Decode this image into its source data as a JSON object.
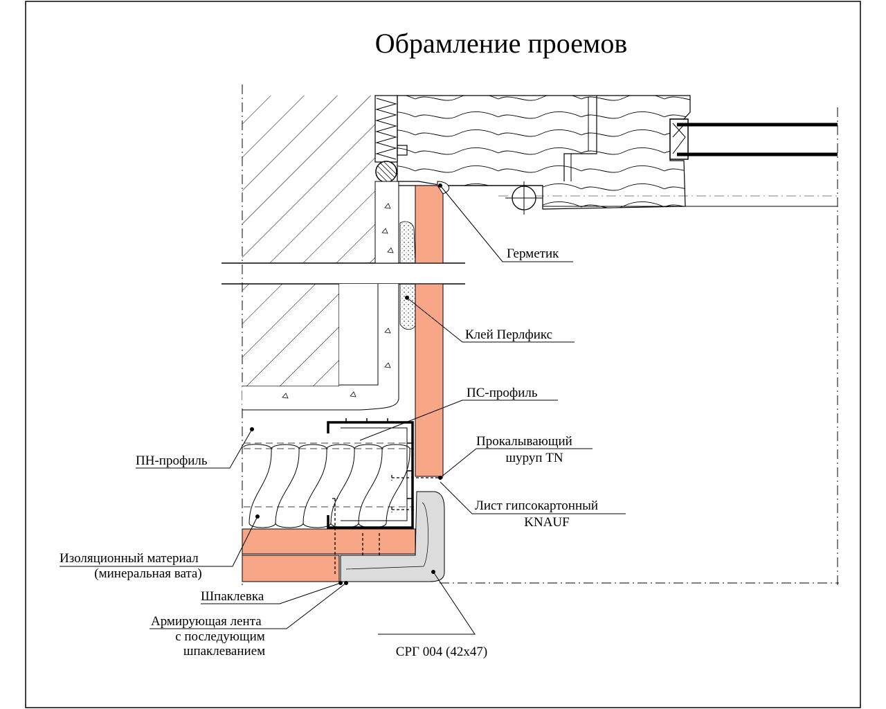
{
  "title": "Обрамление проемов",
  "colors": {
    "gypsum_board": "#f7a788",
    "corner_profile": "#dcdcdc",
    "glue": "#f4f4f4",
    "line": "#000000"
  },
  "labels": {
    "hermetic": "Герметик",
    "glue_perlfix": "Клей Перлфикс",
    "ps_profile": "ПС-профиль",
    "screw_line1": "Прокалывающий",
    "screw_line2": "шуруп TN",
    "pn_profile": "ПН-профиль",
    "gkl_line1": "Лист гипсокартонный",
    "gkl_line2": "KNAUF",
    "insulation_line1": "Изоляционный материал",
    "insulation_line2": "(минеральная вата)",
    "putty": "Шпаклевка",
    "tape_line1": "Армирующая лента",
    "tape_line2": "с последующим",
    "tape_line3": "шпаклеванием",
    "corner_profile": "СРГ 004 (42х47)"
  }
}
